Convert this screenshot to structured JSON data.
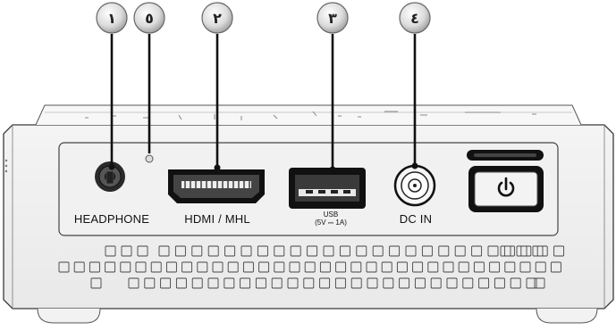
{
  "callouts": [
    {
      "id": "1",
      "label": "١"
    },
    {
      "id": "5",
      "label": "٥"
    },
    {
      "id": "2",
      "label": "٢"
    },
    {
      "id": "3",
      "label": "٣"
    },
    {
      "id": "4",
      "label": "٤"
    }
  ],
  "ports": {
    "headphone": "HEADPHONE",
    "hdmi": "HDMI / MHL",
    "usb_line1": "USB",
    "usb_line2": "(5V ⎓ 1A)",
    "dc_in": "DC IN"
  },
  "icons": {
    "power": "power-icon"
  }
}
